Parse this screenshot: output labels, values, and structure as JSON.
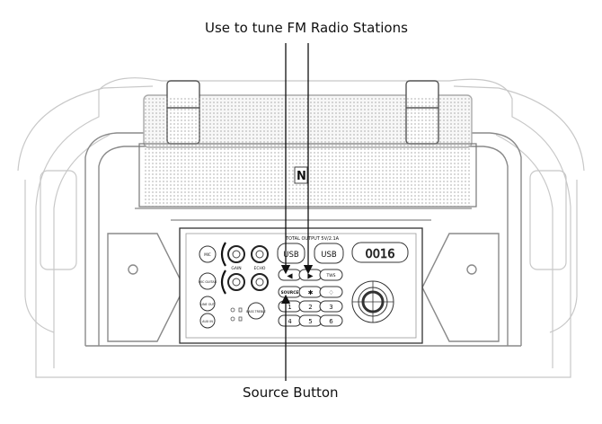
{
  "callouts": {
    "tune": "Use to tune FM Radio Stations",
    "source": "Source Button"
  },
  "panel": {
    "output_label": "TOTAL OUTPUT 5V/2.1A",
    "usb_left": "USB",
    "usb_right": "USB",
    "display": "0016",
    "mic_label": "MIC",
    "mic_guitar_label": "MIC GUITAR",
    "gain_label": "GAIN",
    "echo_label": "ECHO",
    "line_out_label": "LINE OUT",
    "aux_in_label": "AUX IN",
    "bass_treble_label": "BASS TREBLE",
    "tws_label": "TWS",
    "source_label": "SOURCE",
    "bluetooth_symbol": "✱",
    "light_symbol": "♢",
    "prev_symbol": "◀",
    "next_symbol": "▶",
    "presets": [
      "1",
      "2",
      "3",
      "4",
      "5",
      "6"
    ],
    "logo": "N"
  }
}
